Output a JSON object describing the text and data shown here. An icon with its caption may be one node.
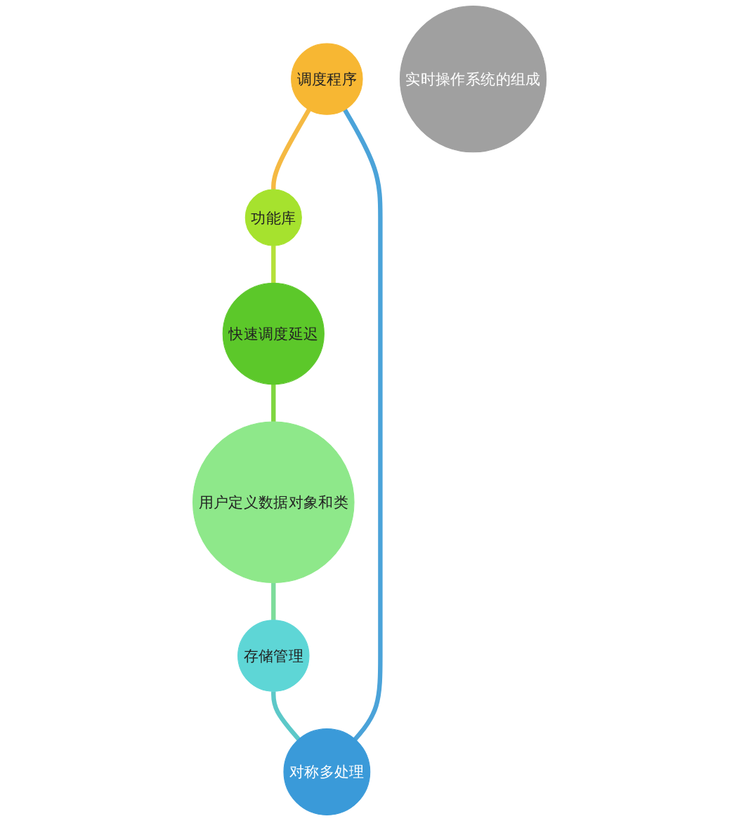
{
  "diagram": {
    "nodes": [
      {
        "text": [
          "调度程序"
        ]
      },
      {
        "text": [
          "功能库"
        ]
      },
      {
        "text": [
          "快速调度延迟"
        ]
      },
      {
        "text": [
          "用户定义数据对象和类"
        ]
      },
      {
        "text": [
          "存储管理"
        ]
      },
      {
        "text": [
          "对称多处理"
        ]
      },
      {
        "text": [
          "实时操作系统的组成"
        ]
      }
    ],
    "edges": [
      {
        "from": 0,
        "to": 1,
        "arrow": "none",
        "color": "#f5b942"
      },
      {
        "from": 1,
        "to": 2,
        "arrow": "none",
        "color": "#b5e03a"
      },
      {
        "from": 2,
        "to": 3,
        "arrow": "none",
        "color": "#7fd640"
      },
      {
        "from": 3,
        "to": 4,
        "arrow": "none",
        "color": "#7ddc9a"
      },
      {
        "from": 4,
        "to": 5,
        "arrow": "none",
        "color": "#5cc8c8"
      },
      {
        "from": 5,
        "to": 0,
        "arrow": "none",
        "color": "#4ba3d9"
      }
    ]
  }
}
